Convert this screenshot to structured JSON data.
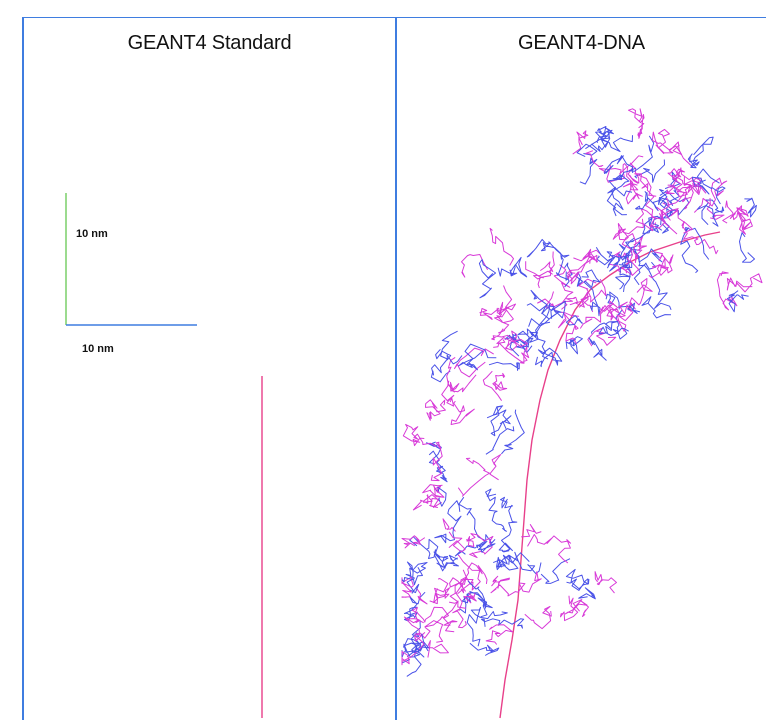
{
  "panels": [
    {
      "title": "GEANT4 Standard"
    },
    {
      "title": "GEANT4-DNA"
    }
  ],
  "scale_bar": {
    "vertical_label": "10 nm",
    "horizontal_label": "10 nm",
    "vertical_color": "#7ccf6a",
    "horizontal_color": "#3f7de0"
  },
  "colors": {
    "frame": "#3f7de0",
    "primary_track": "#e8408a",
    "secondary_track_blue": "#4a52e8",
    "secondary_track_magenta": "#d83ad8"
  },
  "icons": [
    "scale-bar",
    "particle-track"
  ]
}
